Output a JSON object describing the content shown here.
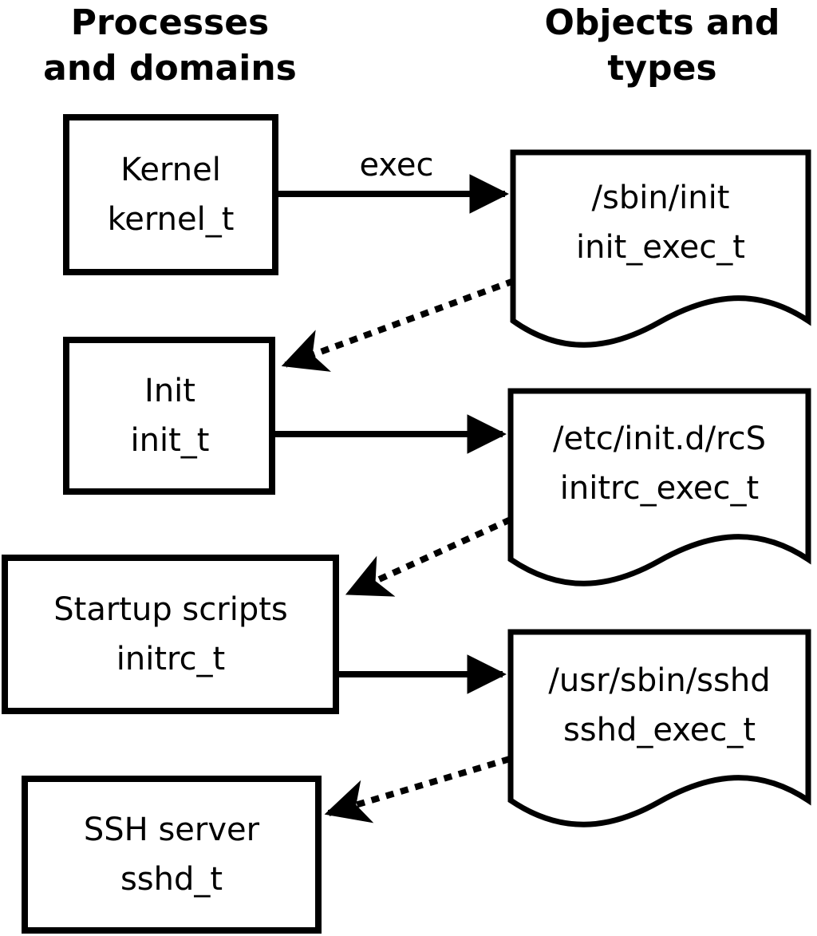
{
  "headings": {
    "left": {
      "line1": "Processes",
      "line2": "and domains"
    },
    "right": {
      "line1": "Objects and",
      "line2": "types"
    }
  },
  "process_boxes": [
    {
      "name": "Kernel",
      "type": "kernel_t"
    },
    {
      "name": "Init",
      "type": "init_t"
    },
    {
      "name": "Startup scripts",
      "type": "initrc_t"
    },
    {
      "name": "SSH server",
      "type": "sshd_t"
    }
  ],
  "object_docs": [
    {
      "path": "/sbin/init",
      "type": "init_exec_t"
    },
    {
      "path": "/etc/init.d/rcS",
      "type": "initrc_exec_t"
    },
    {
      "path": "/usr/sbin/sshd",
      "type": "sshd_exec_t"
    }
  ],
  "arrows": {
    "exec_label": "exec",
    "solid_edges": [
      {
        "from": "kernel_t",
        "to": "/sbin/init",
        "label": "exec"
      },
      {
        "from": "init_t",
        "to": "/etc/init.d/rcS",
        "label": ""
      },
      {
        "from": "initrc_t",
        "to": "/usr/sbin/sshd",
        "label": ""
      }
    ],
    "dotted_edges": [
      {
        "from": "/sbin/init",
        "to": "init_t"
      },
      {
        "from": "/etc/init.d/rcS",
        "to": "initrc_t"
      },
      {
        "from": "/usr/sbin/sshd",
        "to": "sshd_t"
      }
    ]
  },
  "colors": {
    "ink": "#000000",
    "background": "#ffffff"
  }
}
